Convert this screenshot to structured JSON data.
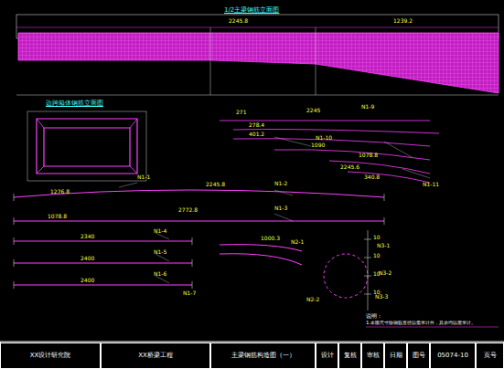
{
  "diagram": {
    "title": "1/2主梁钢筋立面图",
    "nodes": [
      {
        "text": [
          "XX设计研究院"
        ]
      },
      {
        "text": [
          "XX桥梁工程"
        ]
      },
      {
        "text": [
          "主梁钢筋构造图（一）"
        ]
      },
      {
        "text": [
          "设计"
        ]
      },
      {
        "text": [
          "复核"
        ]
      },
      {
        "text": [
          "审核"
        ]
      },
      {
        "text": [
          "日期"
        ]
      },
      {
        "text": [
          "图号"
        ]
      },
      {
        "text": [
          "05074-10"
        ]
      },
      {
        "text": [
          "页号"
        ]
      }
    ],
    "labels": [
      "边跨箱体钢筋立面图",
      "271",
      "2245",
      "N1-9",
      "278.4",
      "401.2",
      "N1-10",
      "1090",
      "1078.8",
      "2245.6",
      "340.8",
      "N1-11",
      "N1-1",
      "1276.8",
      "2245.8",
      "N1-2",
      "1078.8",
      "2772.8",
      "N1-3",
      "2340",
      "N1-4",
      "2400",
      "N1-5",
      "2400",
      "N1-6",
      "N1-7",
      "1000.3",
      "N2-1",
      "N2-2",
      "N3-1",
      "N3-2",
      "N3-3",
      "说明：",
      "1.本图尺寸除钢筋直径以毫米计外，其余均以厘米计。",
      "10",
      "10",
      "10",
      "10",
      "2245.8",
      "1239.2"
    ]
  }
}
